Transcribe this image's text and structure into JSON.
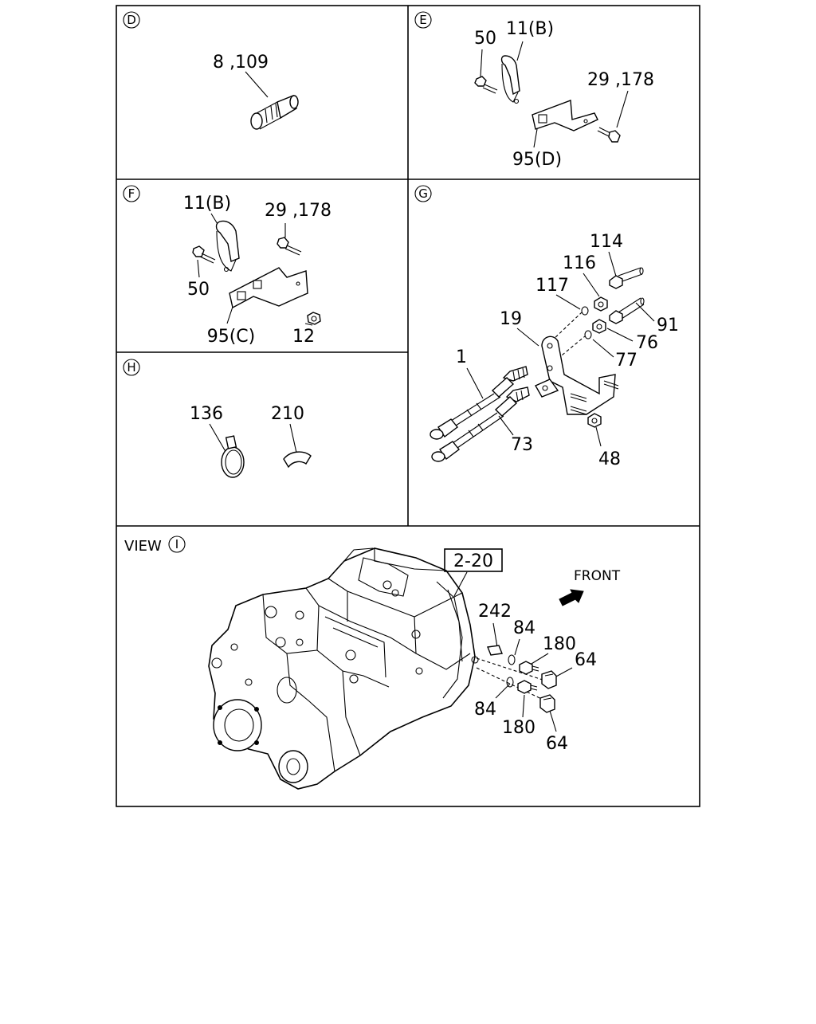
{
  "panels": {
    "d": {
      "id": "D",
      "labels": [
        "8 ,109"
      ]
    },
    "e": {
      "id": "E",
      "labels": [
        "50",
        "11(B)",
        "29 ,178",
        "95(D)"
      ]
    },
    "f": {
      "id": "F",
      "labels": [
        "11(B)",
        "29 ,178",
        "50",
        "95(C)",
        "12"
      ]
    },
    "g": {
      "id": "G",
      "labels": [
        "114",
        "116",
        "117",
        "19",
        "91",
        "76",
        "77",
        "1",
        "73",
        "48"
      ]
    },
    "h": {
      "id": "H",
      "labels": [
        "136",
        "210"
      ]
    },
    "i": {
      "view_text": "VIEW",
      "id": "I",
      "ref_box": "2-20",
      "front_text": "FRONT",
      "labels": [
        "242",
        "84",
        "180",
        "64",
        "84",
        "180",
        "64"
      ]
    }
  }
}
